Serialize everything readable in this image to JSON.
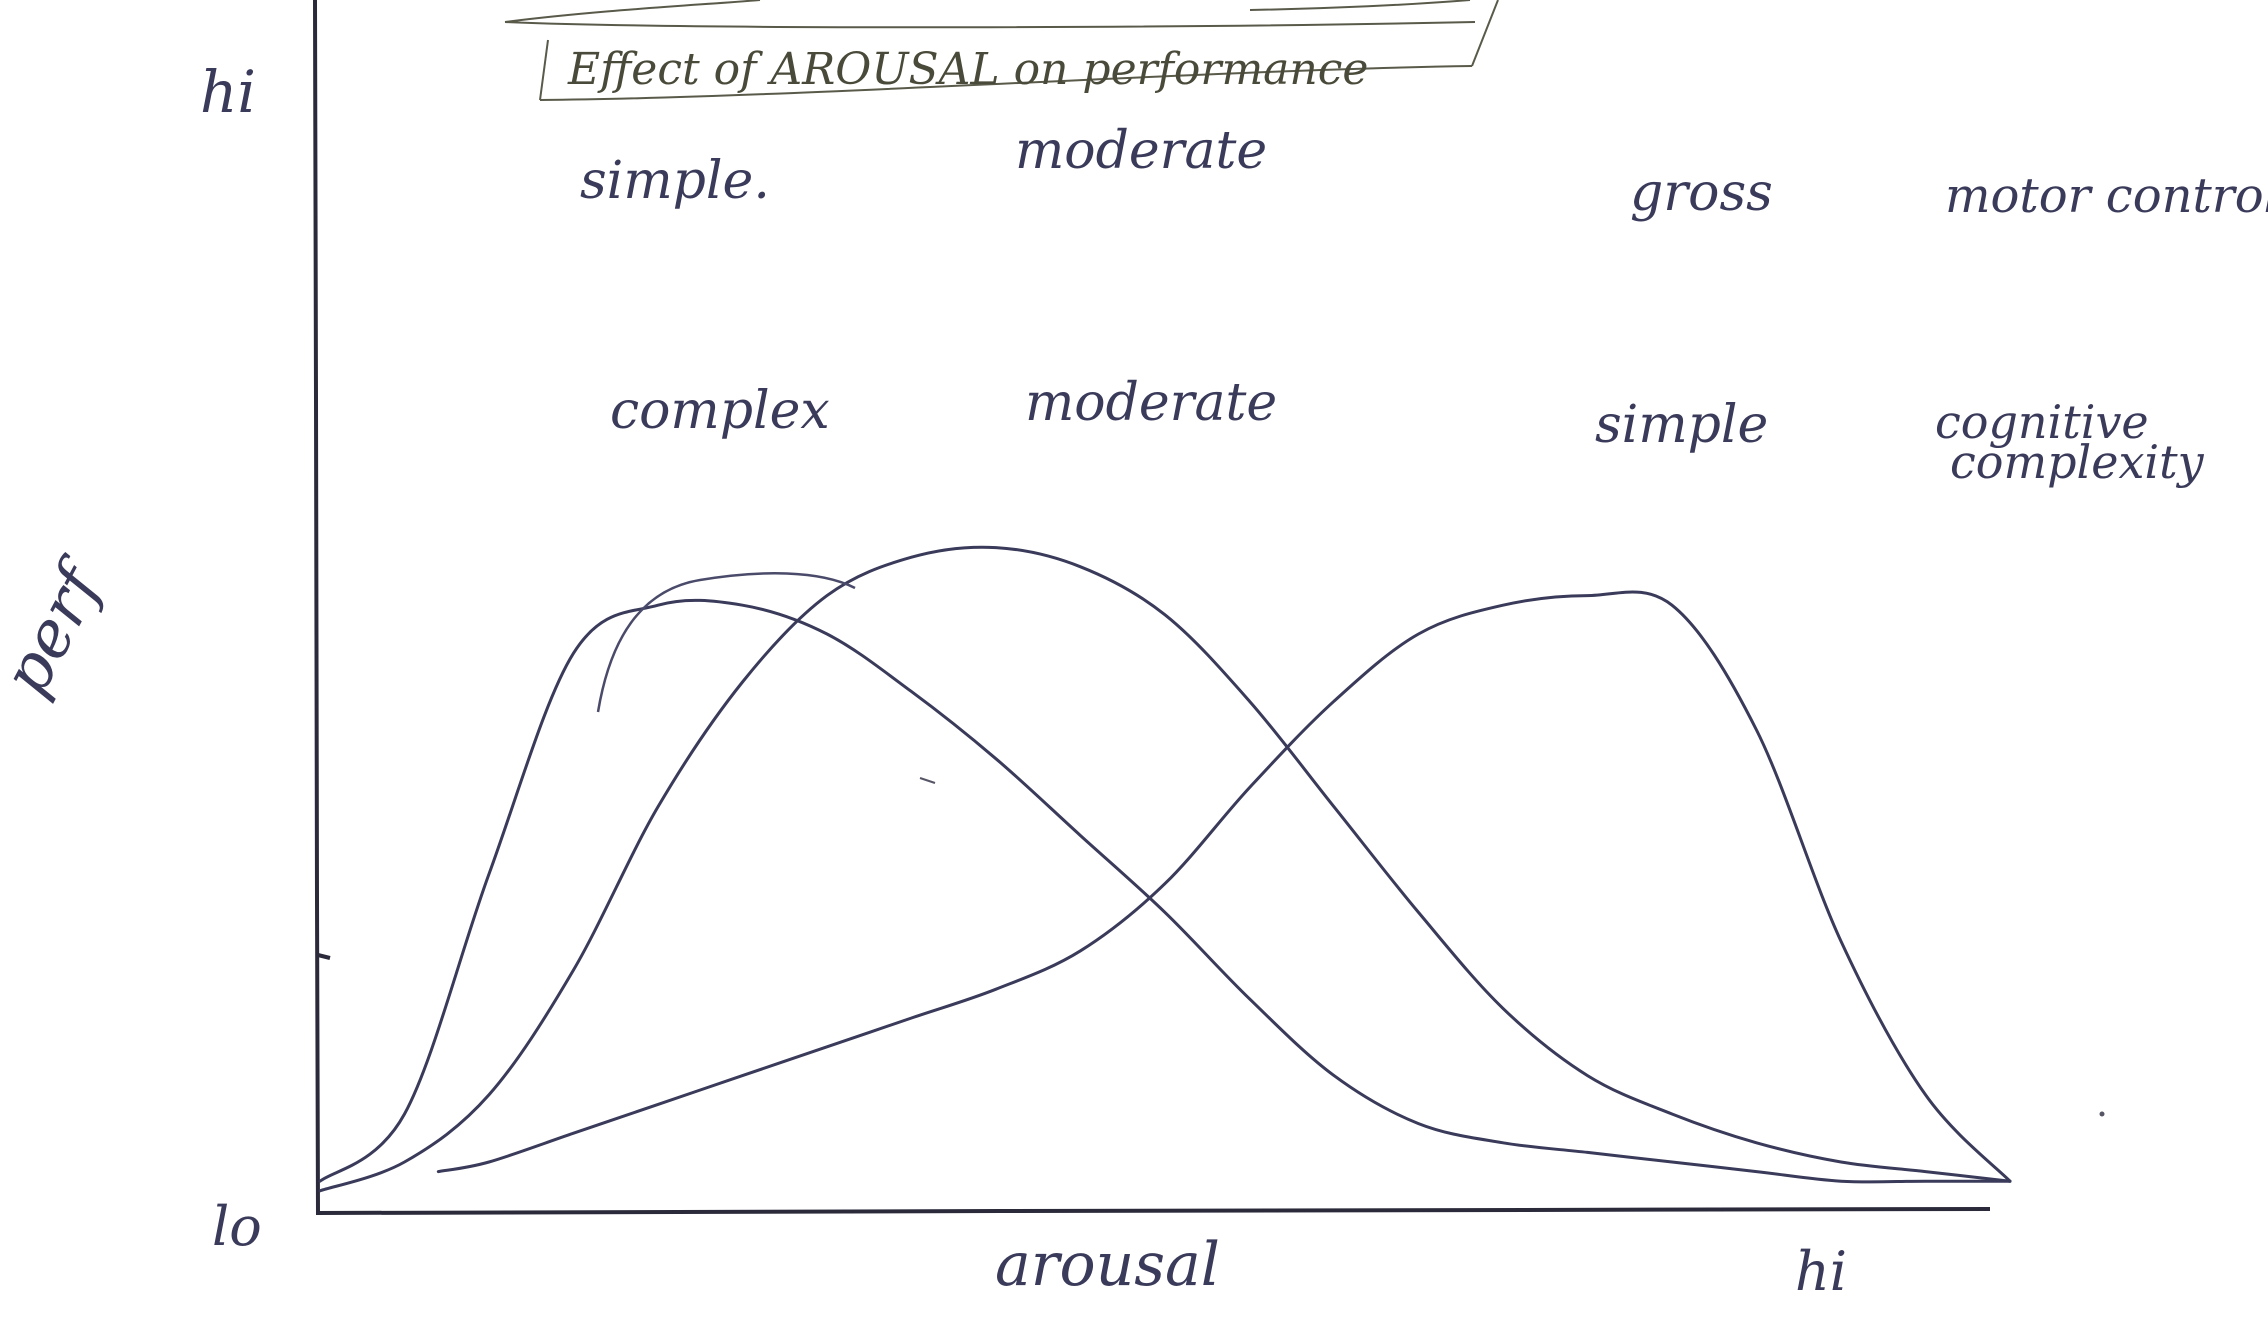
{
  "title": "Effect of AROUSAL on performance",
  "axes": {
    "y_label": "perf",
    "y_high": "hi",
    "y_low": "lo",
    "x_label": "arousal",
    "x_high": "hi"
  },
  "task_labels": {
    "row1": {
      "left": "simple.",
      "middle": "moderate",
      "right": "gross",
      "dimension": "motor control"
    },
    "row2": {
      "left": "complex",
      "middle": "moderate",
      "right": "simple",
      "dimension_line1": "cognitive",
      "dimension_line2": "complexity"
    }
  },
  "chart_data": {
    "type": "line",
    "title": "Effect of AROUSAL on performance",
    "xlabel": "arousal",
    "ylabel": "perf",
    "x_ticks": [
      "hi"
    ],
    "y_ticks": [
      "lo",
      "hi"
    ],
    "series": [
      {
        "x": [
          0,
          0.05,
          0.1,
          0.15,
          0.2,
          0.25,
          0.3,
          0.35,
          0.4,
          0.45,
          0.5,
          0.55,
          0.6,
          0.65,
          0.7,
          0.75,
          0.8,
          0.85,
          0.9,
          0.95,
          1.0
        ],
        "values": [
          0.03,
          0.1,
          0.35,
          0.58,
          0.63,
          0.63,
          0.6,
          0.54,
          0.47,
          0.39,
          0.31,
          0.22,
          0.14,
          0.09,
          0.07,
          0.06,
          0.05,
          0.04,
          0.03,
          0.03,
          0.03
        ]
      },
      {
        "x": [
          0,
          0.05,
          0.1,
          0.15,
          0.2,
          0.25,
          0.3,
          0.35,
          0.4,
          0.45,
          0.5,
          0.55,
          0.6,
          0.65,
          0.7,
          0.75,
          0.8,
          0.85,
          0.9,
          0.95,
          1.0
        ],
        "values": [
          0.02,
          0.05,
          0.12,
          0.25,
          0.42,
          0.55,
          0.64,
          0.68,
          0.69,
          0.67,
          0.62,
          0.53,
          0.42,
          0.31,
          0.21,
          0.14,
          0.1,
          0.07,
          0.05,
          0.04,
          0.03
        ]
      },
      {
        "x": [
          0.07,
          0.1,
          0.15,
          0.2,
          0.25,
          0.3,
          0.35,
          0.4,
          0.45,
          0.5,
          0.55,
          0.6,
          0.65,
          0.7,
          0.75,
          0.8,
          0.85,
          0.9,
          0.95,
          1.0
        ],
        "values": [
          0.04,
          0.05,
          0.08,
          0.11,
          0.14,
          0.17,
          0.2,
          0.23,
          0.27,
          0.34,
          0.44,
          0.53,
          0.6,
          0.63,
          0.64,
          0.63,
          0.5,
          0.28,
          0.12,
          0.03
        ]
      }
    ]
  },
  "colors": {
    "ink": "#3a3a5a",
    "axis": "#2a2a3a",
    "title_ink": "#4a4a3a",
    "paper": "#ffffff"
  }
}
